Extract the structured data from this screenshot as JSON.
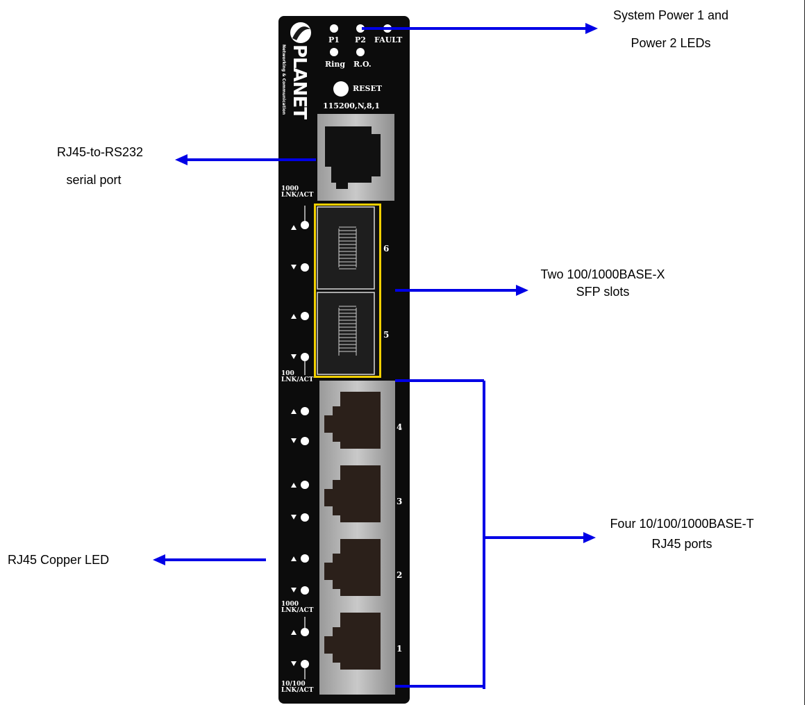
{
  "callouts": {
    "power_leds": [
      "System Power 1 and",
      "Power 2 LEDs"
    ],
    "serial_port": [
      "RJ45-to-RS232",
      "serial port"
    ],
    "sfp_slots": [
      "Two 100/1000BASE-X",
      "SFP slots"
    ],
    "rj45_ports": [
      "Four 10/100/1000BASE-T",
      "RJ45 ports"
    ],
    "copper_led": "RJ45 Copper LED"
  },
  "panel": {
    "brand": "PLANET",
    "brand_sub": "Networking & Communication",
    "led_p1": "P1",
    "led_p2": "P2",
    "led_fault": "FAULT",
    "led_ring": "Ring",
    "led_ro": "R.O.",
    "reset_label": "RESET",
    "console_setting": "115200,N,8,1",
    "sfp_led_top": [
      "1000",
      "LNK/ACT"
    ],
    "sfp_led_bottom": [
      "100",
      "LNK/ACT"
    ],
    "copper_led_top": [
      "1000",
      "LNK/ACT"
    ],
    "copper_led_bottom": [
      "10/100",
      "LNK/ACT"
    ],
    "sfp_port_numbers": [
      "6",
      "5"
    ],
    "rj45_port_numbers": [
      "4",
      "3",
      "2",
      "1"
    ]
  },
  "colors": {
    "arrow": "#0000e6",
    "panel_bg": "#0c0c0c",
    "sfp_outline": "#f2d000",
    "port_metal": "#a9a9a9"
  }
}
